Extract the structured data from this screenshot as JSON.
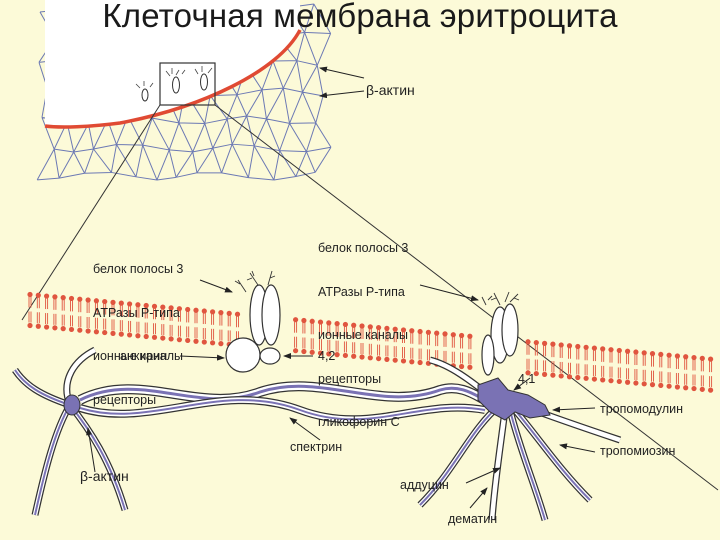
{
  "title": "Клеточная мембрана эритроцита",
  "labels": {
    "beta_actin_top": "β-актин",
    "group_left": [
      "белок полосы 3",
      "АТРазы Р-типа",
      "ионные каналы",
      "рецепторы"
    ],
    "group_right": [
      "белок полосы 3",
      "АТРазы Р-типа",
      "ионные каналы",
      "рецепторы",
      "гликофорин С"
    ],
    "ankyrin": "анкирин",
    "protein_42": "4,2",
    "protein_41": "4,1",
    "tropomodulin": "тропомодулин",
    "tropomyosin": "тропомиозин",
    "spectrin": "спектрин",
    "beta_actin_bottom": "β-актин",
    "adducin": "аддуцин",
    "dematin": "дематин"
  },
  "colors": {
    "background": "#fcfad8",
    "membrane_edge": "#e04a33",
    "mesh": "#6c79b4",
    "filament": "#7a72b4",
    "lipid_head": "#e0553f",
    "outline": "#333333"
  }
}
